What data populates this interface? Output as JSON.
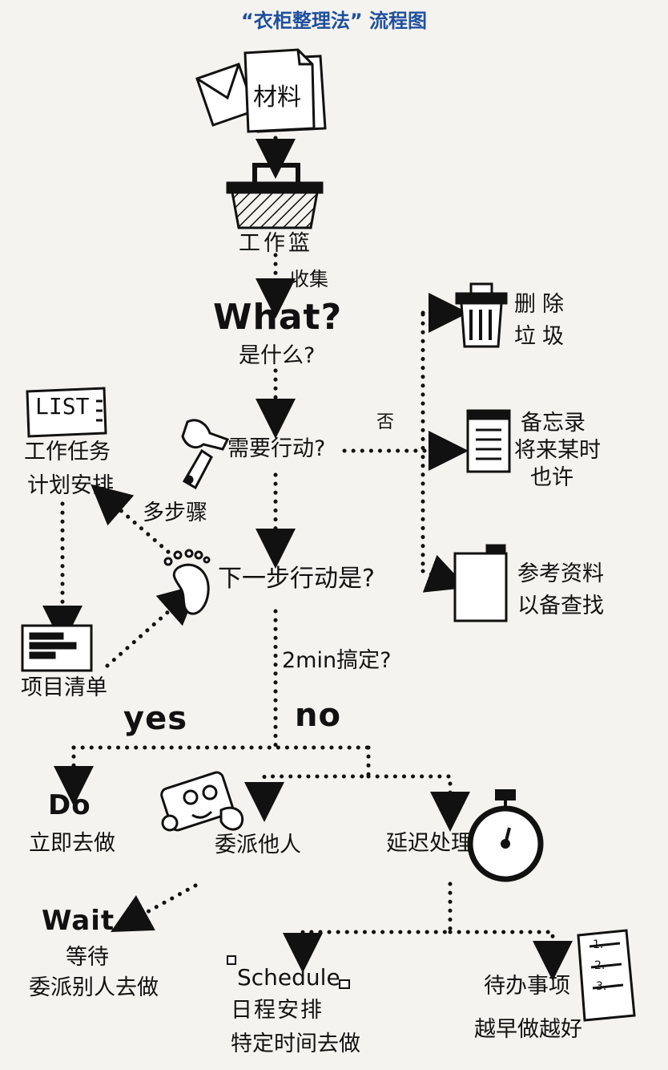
{
  "title": "“衣柜整理法” 流程图",
  "nodes": {
    "materials": "材料",
    "inbox": "工作篮",
    "collect": "收集",
    "what": "What?",
    "what_sub": "是什么?",
    "need_action": "需要行动?",
    "no_label": "否",
    "trash_1": "删除",
    "trash_2": "垃圾",
    "memo_1": "备忘录",
    "memo_2": "将来某时",
    "memo_3": "也许",
    "ref_1": "参考资料",
    "ref_2": "以备查找",
    "list_tag": "LIST",
    "list_1": "工作任务",
    "list_2": "计划安排",
    "multi_step": "多步骤",
    "project_list": "项目清单",
    "next_action": "下一步行动是?",
    "two_min": "2min搞定?",
    "yes": "yes",
    "no": "no",
    "do_tag": "Do",
    "do_now": "立即去做",
    "delegate": "委派他人",
    "defer": "延迟处理",
    "wait_tag": "Wait",
    "wait_1": "等待",
    "wait_2": "委派别人去做",
    "schedule_tag": "Schedule",
    "schedule_1": "日程安排",
    "schedule_2": "特定时间去做",
    "todo_1": "待办事项",
    "todo_2": "越早做越好",
    "todo_items": [
      "1.",
      "2.",
      "3."
    ]
  }
}
